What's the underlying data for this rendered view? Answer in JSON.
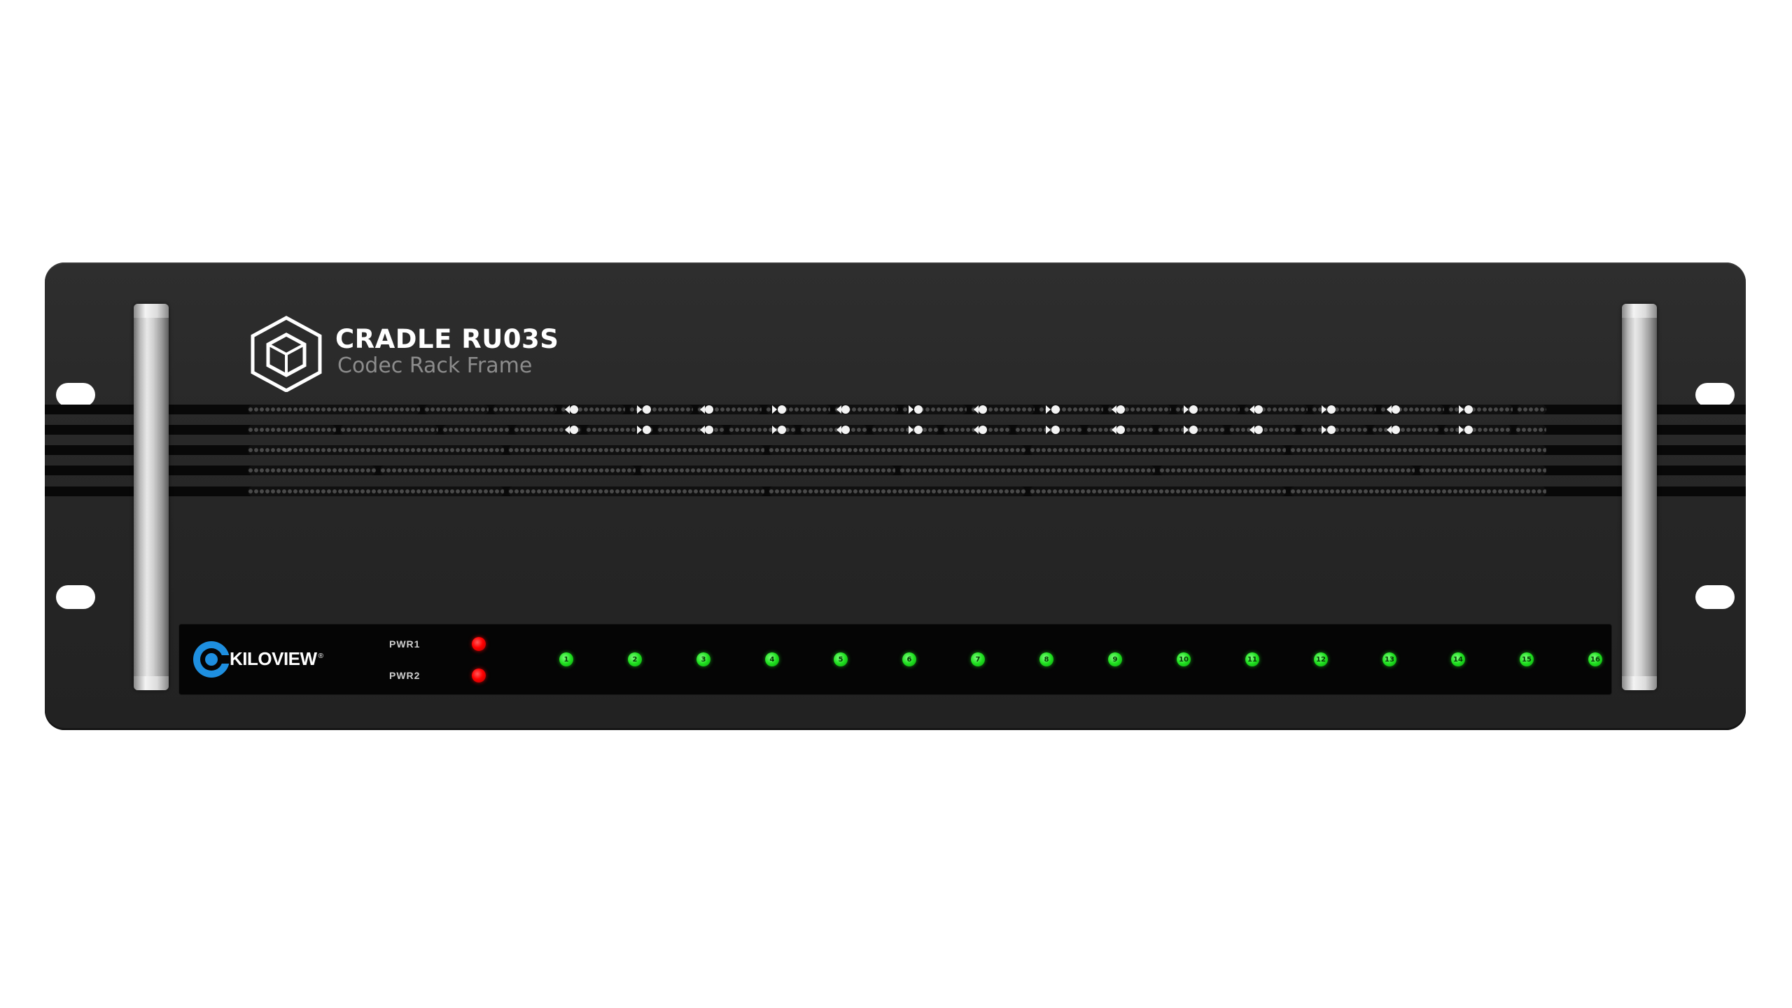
{
  "device": {
    "model_title": "CRADLE RU03S",
    "model_subtitle": "Codec Rack Frame",
    "maker_logo": "KILOVIEW",
    "maker_trademark": "®",
    "power_indicators": [
      {
        "label": "PWR1",
        "state": "on",
        "color": "#ff0000"
      },
      {
        "label": "PWR2",
        "state": "on",
        "color": "#ff0000"
      }
    ],
    "channel_indicators": [
      {
        "label": "1"
      },
      {
        "label": "2"
      },
      {
        "label": "3"
      },
      {
        "label": "4"
      },
      {
        "label": "5"
      },
      {
        "label": "6"
      },
      {
        "label": "7"
      },
      {
        "label": "8"
      },
      {
        "label": "9"
      },
      {
        "label": "10"
      },
      {
        "label": "11"
      },
      {
        "label": "12"
      },
      {
        "label": "13"
      },
      {
        "label": "14"
      },
      {
        "label": "15"
      },
      {
        "label": "16"
      }
    ],
    "channel_led_color": "#1fe01f",
    "icons": [
      "cube-logo-icon",
      "kiloview-logo-icon"
    ]
  }
}
